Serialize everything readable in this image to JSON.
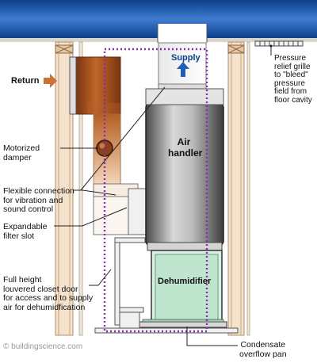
{
  "labels": {
    "supply": "Supply",
    "return": "Return",
    "air_handler": "Air\nhandler",
    "dehumidifier": "Dehumidifier",
    "pressure_relief": "Pressure\nrelief grille\nto \"bleed\"\npressure\nfield from\nfloor cavity",
    "motorized_damper": "Motorized\ndamper",
    "flexible_connection": "Flexible connection\nfor vibration and\nsound control",
    "expandable_filter": "Expandable\nfilter slot",
    "closet_door": "Full height\nlouvered closet door\nfor access and to supply\nair for dehumidfication",
    "condensate": "Condensate\noverflow pan",
    "copyright": "© buildingscience.com"
  },
  "colors": {
    "floor_blue": "#1a52a6",
    "duct_brown": "#a8521e",
    "return_arrow": "#c8733a",
    "supply_arrow": "#1f5fb8",
    "closet_outline": "#8a2bb0",
    "dehumidifier_green": "#bfe5cf",
    "wood_stud": "#e8c9a6"
  },
  "icons": [
    "supply-arrow-icon",
    "return-arrow-icon",
    "damper-icon"
  ]
}
